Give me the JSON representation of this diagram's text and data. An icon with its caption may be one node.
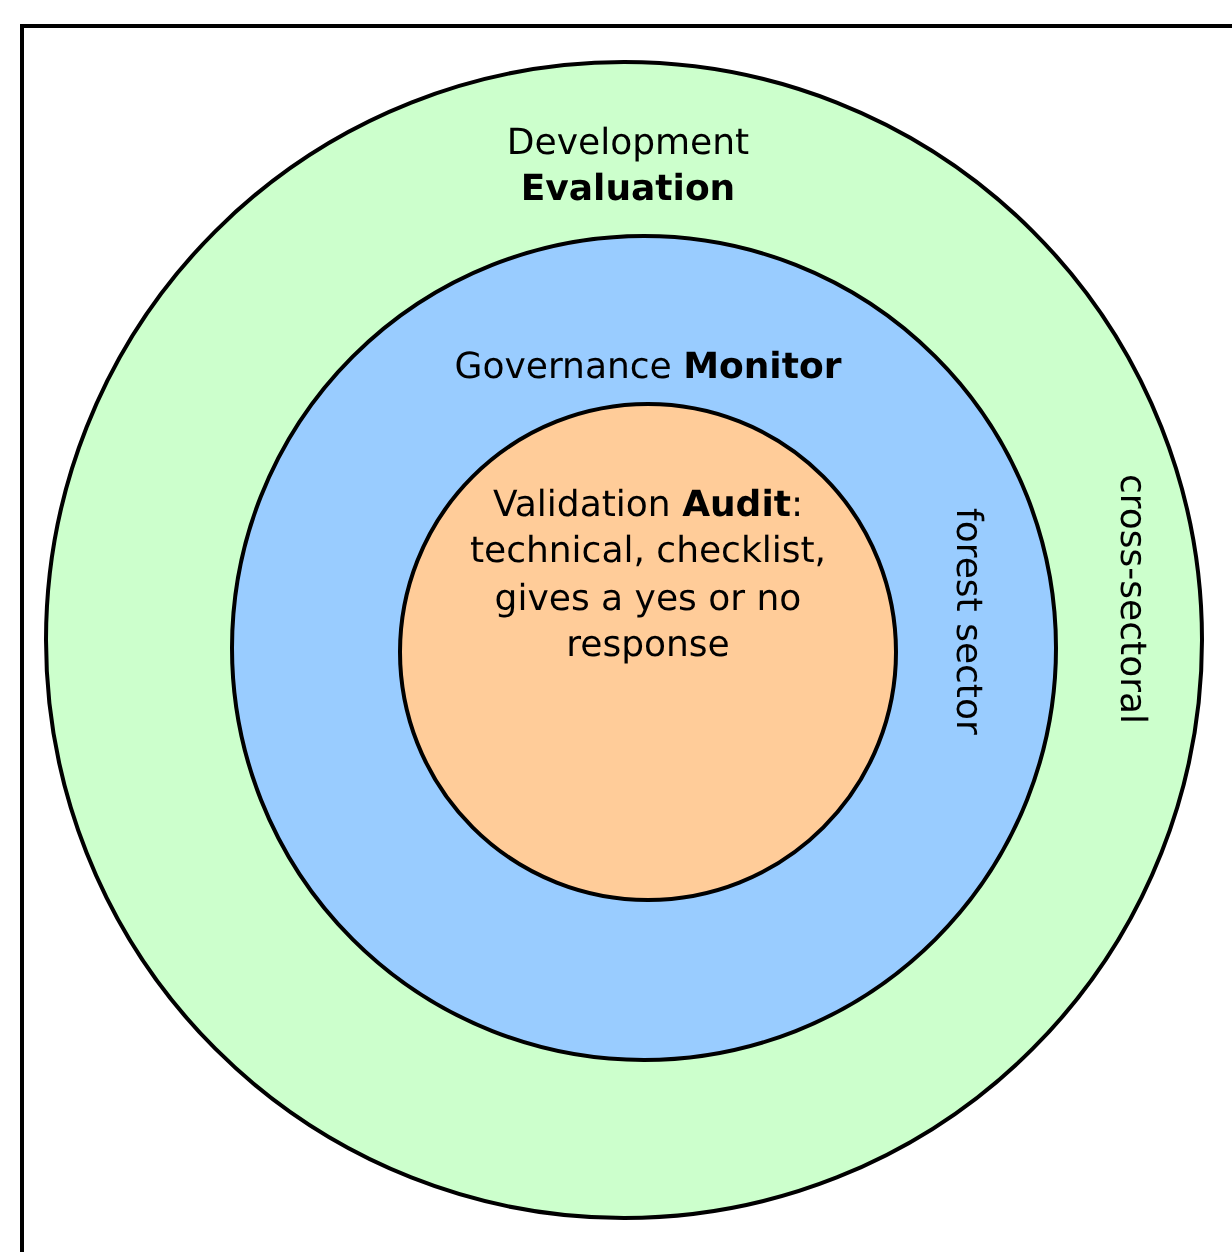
{
  "diagram": {
    "nodes": [
      {
        "text": [
          "Development **Evaluation**",
          "cross-sectoral"
        ]
      },
      {
        "text": [
          "Governance **Monitor**",
          "forest sector"
        ],
        "in": 0
      },
      {
        "text": [
          "Validation **Audit**: technical, checklist, gives a yes or no response"
        ],
        "in": 1
      }
    ]
  }
}
